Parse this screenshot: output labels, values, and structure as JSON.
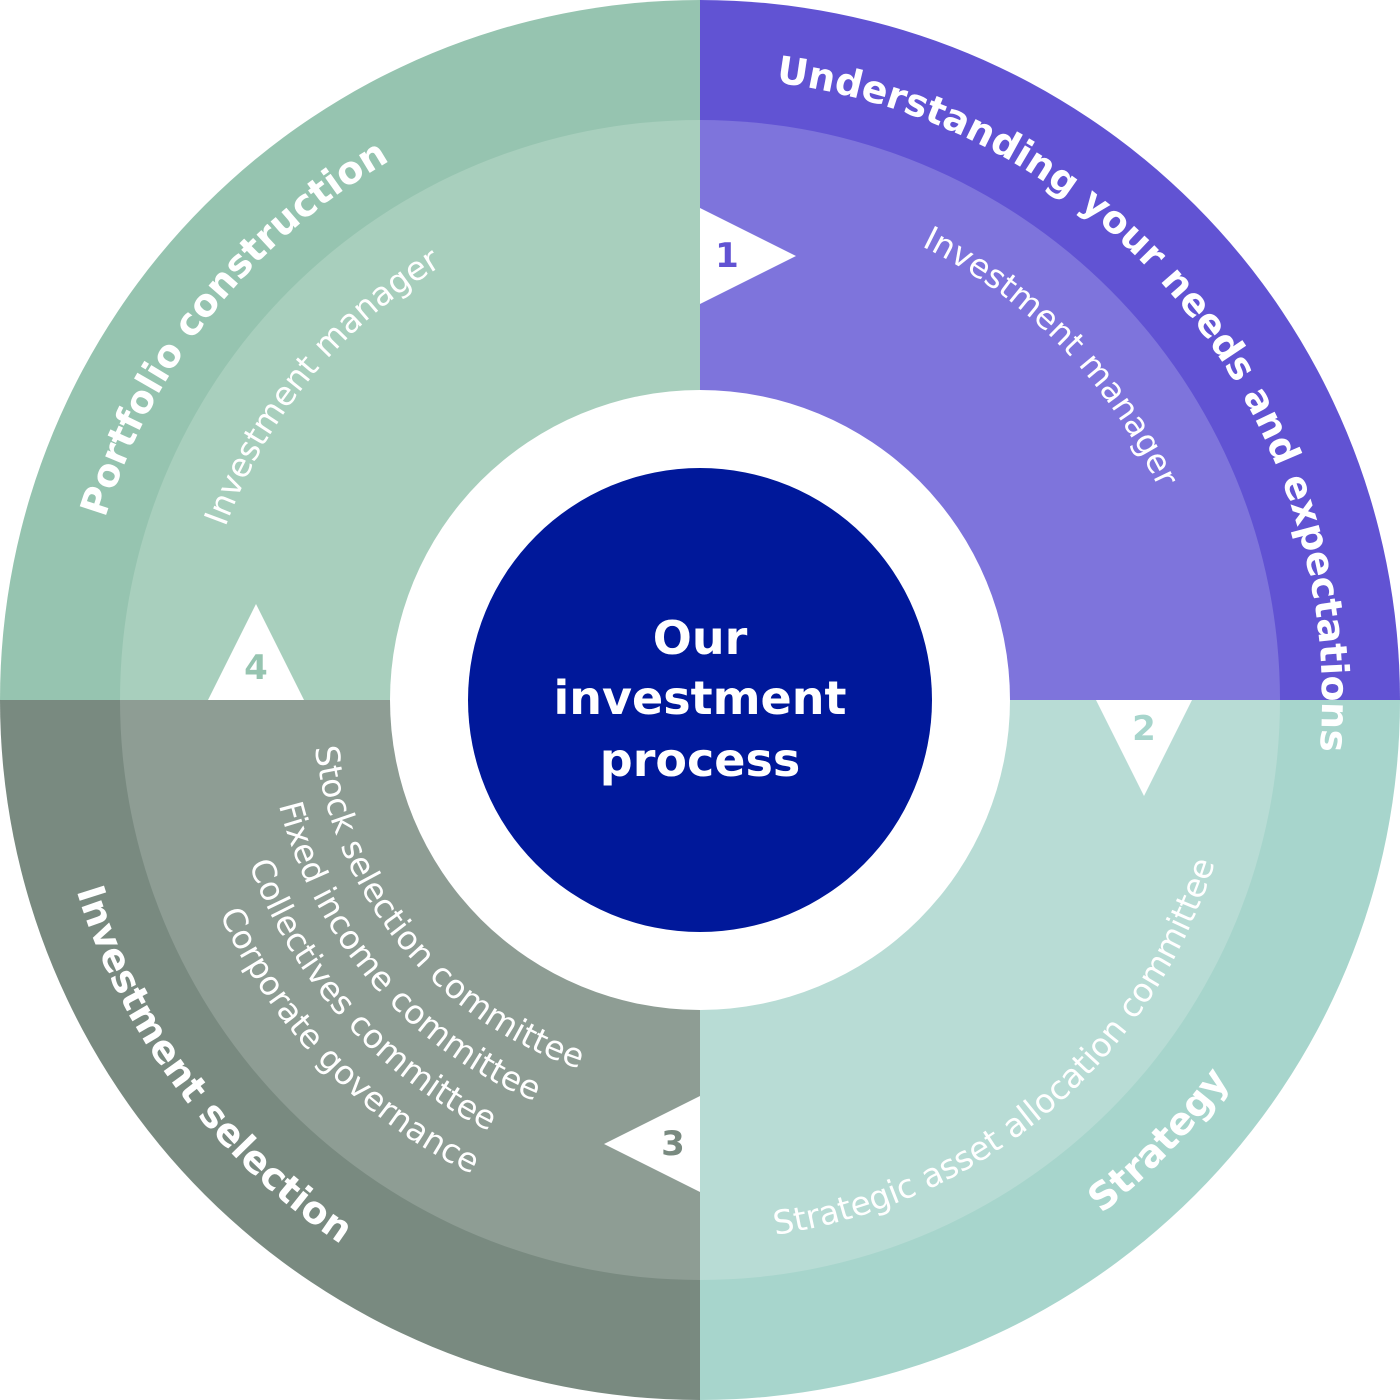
{
  "center": {
    "lines": [
      "Our",
      "investment",
      "process"
    ]
  },
  "quadrants": [
    {
      "step": "1",
      "title": "Understanding your needs and expectations",
      "roles": [
        "Investment manager"
      ],
      "colors": {
        "outer": "#6153d3",
        "inner": "#7e74dc",
        "number": "#6153d3"
      }
    },
    {
      "step": "2",
      "title": "Strategy",
      "roles": [
        "Strategic asset allocation committee"
      ],
      "colors": {
        "outer": "#a7d5cc",
        "inner": "#b8dcd5",
        "number": "#a7d5cc"
      }
    },
    {
      "step": "3",
      "title": "Investment selection",
      "roles": [
        "Stock selection committee",
        "Fixed income committee",
        "Collectives committee",
        "Corporate governance"
      ],
      "colors": {
        "outer": "#798a80",
        "inner": "#8e9d94",
        "number": "#798a80"
      }
    },
    {
      "step": "4",
      "title": "Portfolio construction",
      "roles": [
        "Investment manager"
      ],
      "colors": {
        "outer": "#96c4b0",
        "inner": "#a8cfbd",
        "number": "#96c4b0"
      }
    }
  ],
  "colors": {
    "center": "#00189a",
    "ring": "#ffffff"
  }
}
